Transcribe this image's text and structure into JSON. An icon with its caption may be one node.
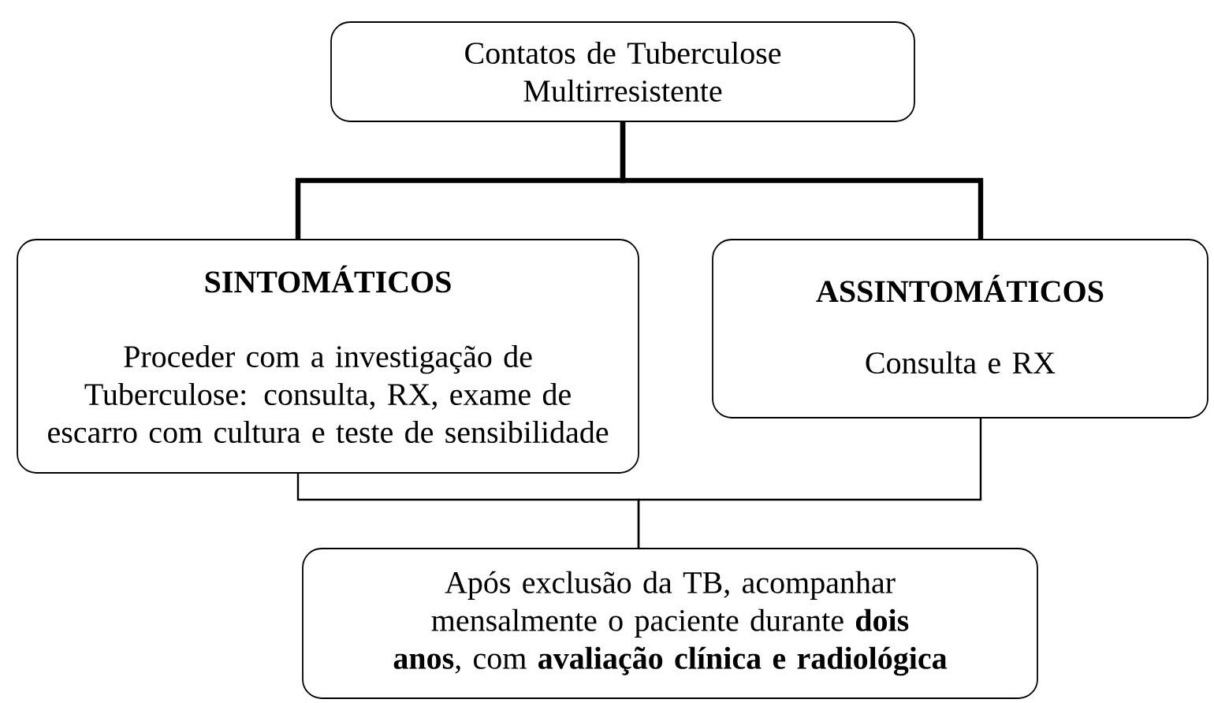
{
  "diagram": {
    "nodes": [
      {
        "text": [
          "Contatos de Tuberculose Multirresistente"
        ]
      },
      {
        "text": [
          "SINTOMÁTICOS",
          "Proceder com a investigação de Tuberculose: consulta, RX, exame de escarro com cultura e teste de sensibilidade"
        ]
      },
      {
        "text": [
          "ASSINTOMÁTICOS",
          "Consulta e RX"
        ]
      },
      {
        "text": [
          "Após exclusão da TB, acompanhar mensalmente o paciente durante **dois anos**, com **avaliação clínica e radiológica**"
        ]
      }
    ],
    "edges": [
      {
        "from": 0,
        "to": 1,
        "arrow": "none",
        "style": "thick"
      },
      {
        "from": 0,
        "to": 2,
        "arrow": "none",
        "style": "thick"
      },
      {
        "from": 1,
        "to": 3,
        "arrow": "none"
      },
      {
        "from": 2,
        "to": 3,
        "arrow": "none"
      }
    ]
  }
}
